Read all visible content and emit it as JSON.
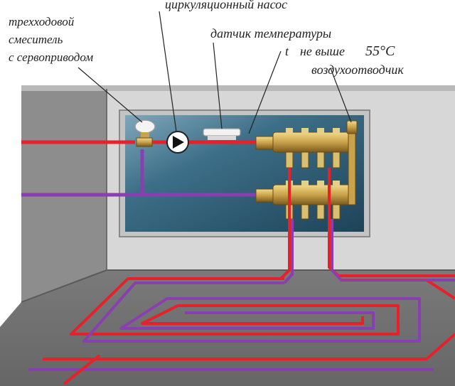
{
  "labels": {
    "mixer_line1": "трехходовой",
    "mixer_line2": "смеситель",
    "mixer_line3": "с сервоприводом",
    "pump": "циркуляционный насос",
    "sensor": "датчик температуры",
    "temp_t": "t",
    "temp_text": "не выше",
    "temp_value": "55°C",
    "air_vent": "воздухоотводчик"
  },
  "colors": {
    "supply_pipe": "#e8202a",
    "return_pipe": "#8a3fb0",
    "cabinet_interior": "#2e5f7a",
    "wall": "#8f8f8f",
    "floor": "#6e6e6e",
    "manifold": "#c9a24a"
  },
  "icons": [
    "circulation-pump-icon",
    "three-way-valve-icon",
    "temperature-sensor-icon",
    "air-vent-icon",
    "manifold-icon"
  ]
}
